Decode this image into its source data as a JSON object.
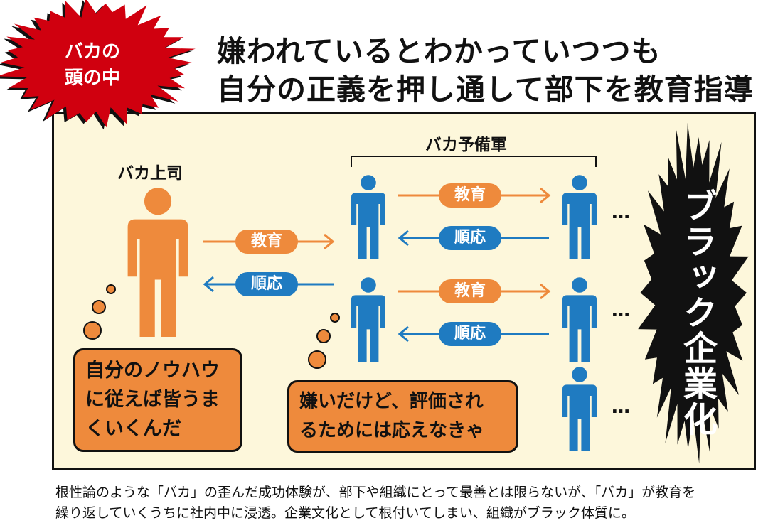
{
  "badge": {
    "line1": "バカの",
    "line2": "頭の中"
  },
  "title": {
    "line1": "嫌われているとわかっていつつも",
    "line2": "自分の正義を押し通して部下を教育指導"
  },
  "boss_label": "バカ上司",
  "reserve_label": "バカ予備軍",
  "arrow_labels": {
    "educate": "教育",
    "adapt": "順応"
  },
  "ellipsis": "…",
  "black_result": "ブラック企業化",
  "boss_thought": [
    "自分のノウハウ",
    "に従えば皆うま",
    "くいくんだ"
  ],
  "subordinate_thought": [
    "嫌いだけど、評価され",
    "るためには応えなきゃ"
  ],
  "caption": [
    "根性論のような「バカ」の歪んだ成功体験が、部下や組織にとって最善とは限らないが、「バカ」が教育を",
    "繰り返していくうちに社内中に浸透。企業文化として根付いてしまい、組織がブラック体質に。"
  ],
  "colors": {
    "orange": "#ee8a3c",
    "blue": "#1f7bc1",
    "red": "#d0000f",
    "panel": "#fdf7db"
  }
}
